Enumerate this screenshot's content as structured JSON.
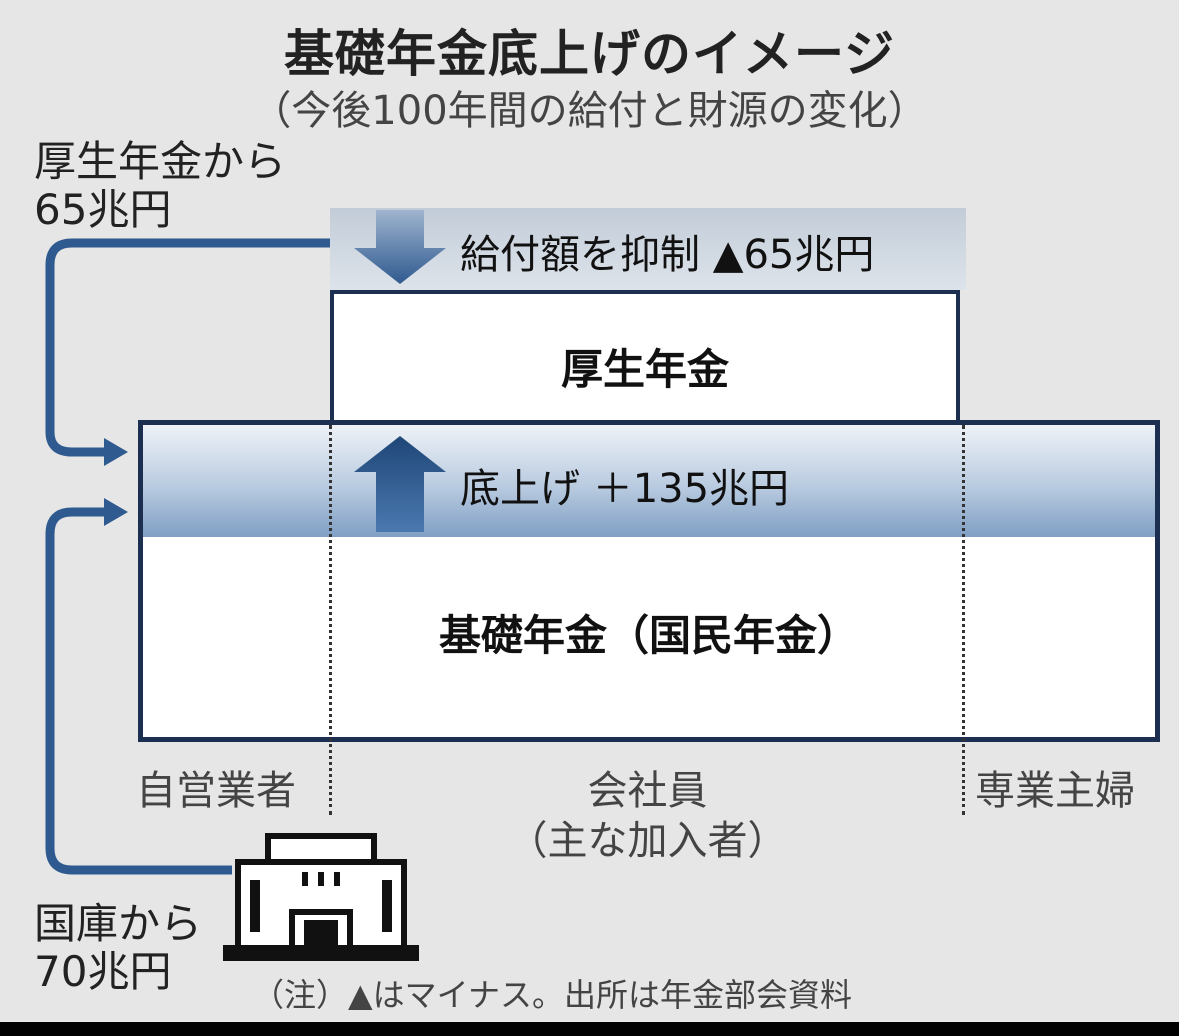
{
  "title": "基礎年金底上げのイメージ",
  "subtitle": "（今後100年間の給付と財源の変化）",
  "sources": {
    "kosei": {
      "line1": "厚生年金から",
      "line2": "65兆円"
    },
    "kokko": {
      "line1": "国庫から",
      "line2": "70兆円"
    }
  },
  "benefit_cut_label": "給付額を抑制 ▲65兆円",
  "kosei_nenkin_label": "厚生年金",
  "raise_label": "底上げ ＋135兆円",
  "kiso_nenkin_label": "基礎年金（国民年金）",
  "groups": {
    "self_employed": "自営業者",
    "employees": "会社員",
    "employees_note": "（主な加入者）",
    "housewives": "専業主婦"
  },
  "note": "（注）▲はマイナス。出所は年金部会資料",
  "icons": {
    "building": "building-icon"
  },
  "colors": {
    "frame": "#1c2f50",
    "flow_arrow": "#2f5a8f",
    "background": "#e6e6e6"
  }
}
